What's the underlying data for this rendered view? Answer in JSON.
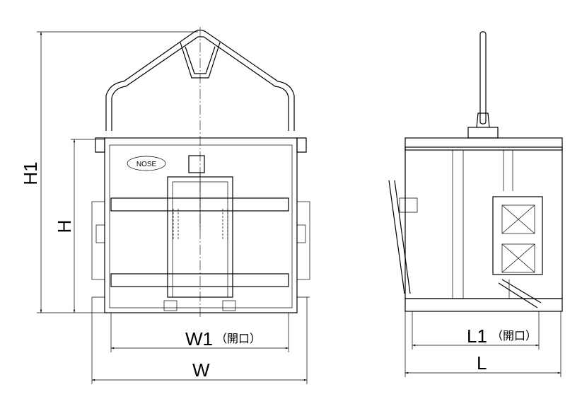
{
  "front_view": {
    "nose_label": "NOSE",
    "dim_h1": "H1",
    "dim_h": "H",
    "dim_w1": "W1",
    "dim_w1_note": "（開口）",
    "dim_w": "W"
  },
  "side_view": {
    "dim_l1": "L1",
    "dim_l1_note": "（開口）",
    "dim_l": "L"
  }
}
